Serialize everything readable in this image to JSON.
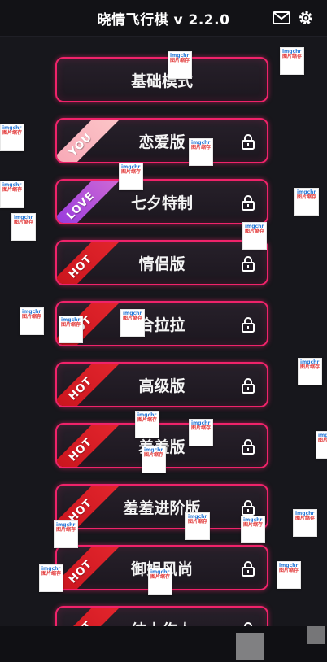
{
  "header": {
    "title": "晓情飞行棋 v 2.2.0",
    "mail_icon": "mail-icon",
    "settings_icon": "gear-icon"
  },
  "modes": [
    {
      "label": "基础模式",
      "ribbon": "",
      "locked": false
    },
    {
      "label": "恋爱版",
      "ribbon": "YOU",
      "locked": true
    },
    {
      "label": "七夕特制",
      "ribbon": "LOVE",
      "locked": true
    },
    {
      "label": "情侣版",
      "ribbon": "HOT",
      "locked": true
    },
    {
      "label": "合拉拉",
      "ribbon": "HOT",
      "locked": true
    },
    {
      "label": "高级版",
      "ribbon": "HOT",
      "locked": true
    },
    {
      "label": "羞羞版",
      "ribbon": "HOT",
      "locked": true
    },
    {
      "label": "羞羞进阶版",
      "ribbon": "HOT",
      "locked": true
    },
    {
      "label": "御姐风尚",
      "ribbon": "HOT",
      "locked": true
    },
    {
      "label": "绅士作人",
      "ribbon": "HOT",
      "locked": true
    }
  ],
  "ad_sticker": {
    "brand": "imgchr",
    "subtitle": "图片缩存"
  },
  "colors": {
    "accent": "#f0236a",
    "hot": "#d01b22",
    "love": "#a040e0",
    "you": "#f7a2b3"
  }
}
